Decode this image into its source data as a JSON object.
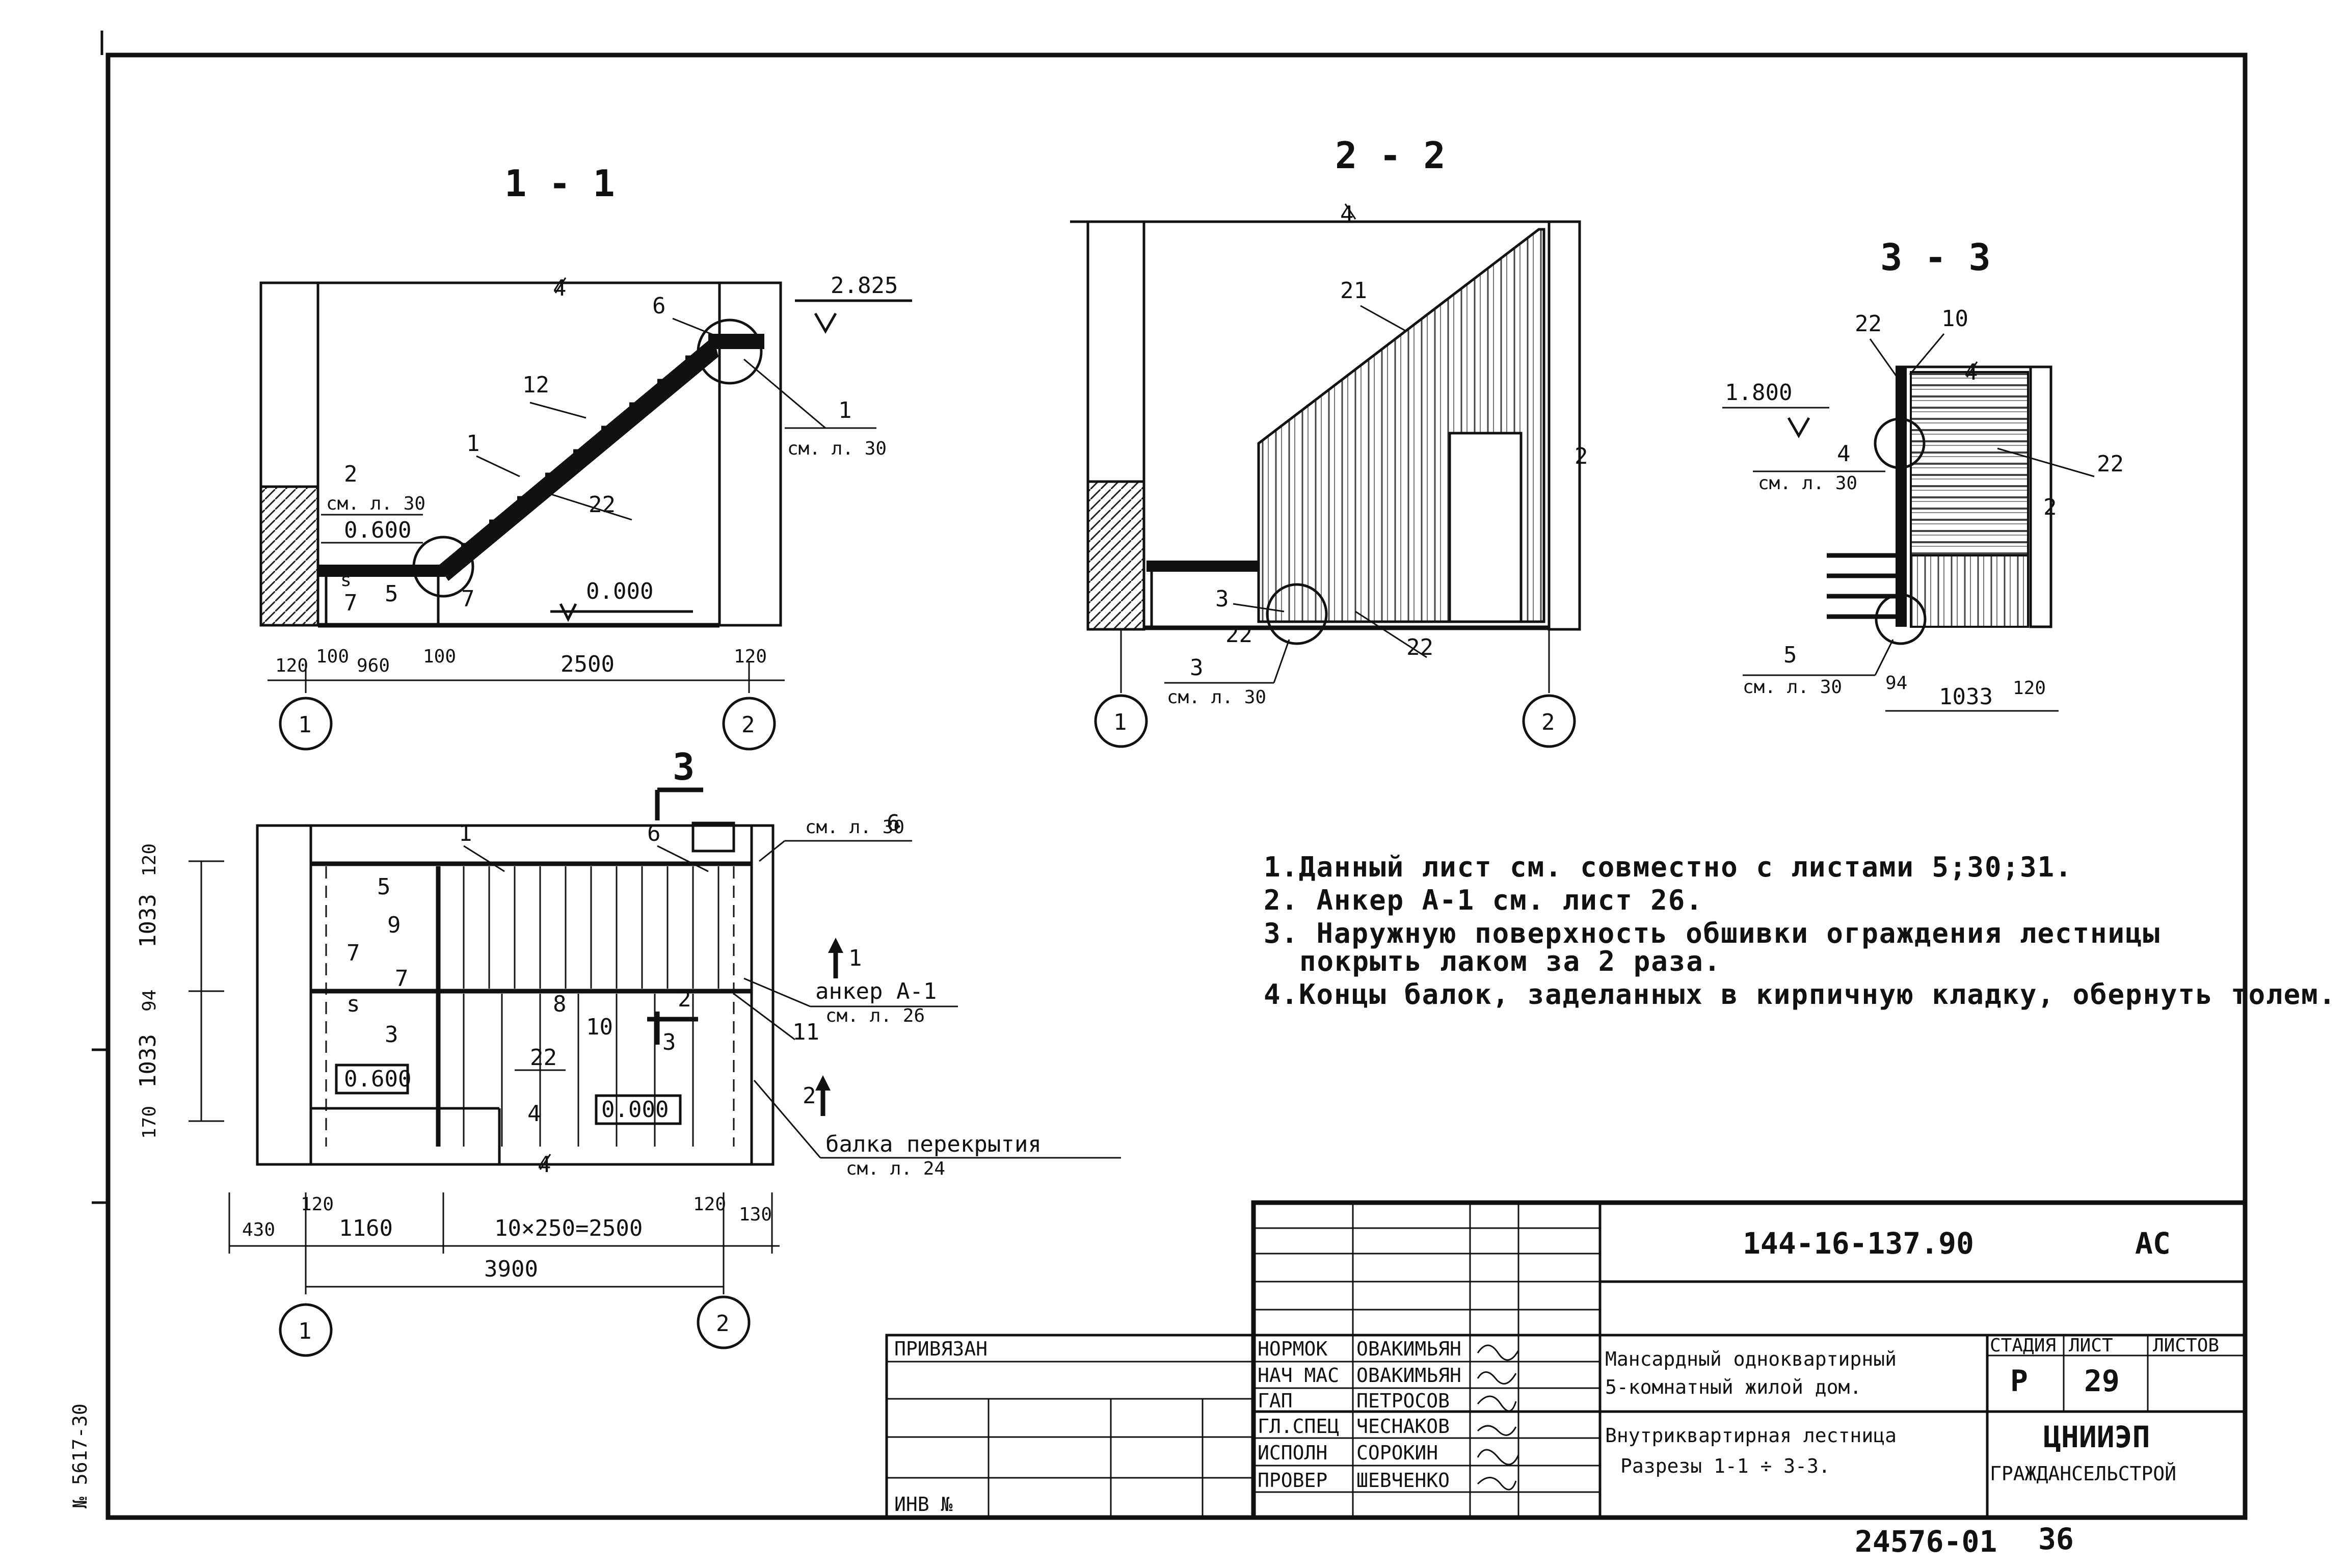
{
  "sections": {
    "s11": {
      "title": "1 - 1",
      "labels": [
        "4",
        "6",
        "2.825",
        "12",
        "1",
        "1",
        "см. л. 30",
        "2",
        "см. л. 30",
        "0.600",
        "22",
        "s",
        "7",
        "5",
        "7",
        "0.000"
      ],
      "dims": [
        "120",
        "100",
        "960",
        "100",
        "2500",
        "120"
      ],
      "axes": [
        "1",
        "2"
      ]
    },
    "s22": {
      "title": "2 - 2",
      "labels": [
        "4",
        "21",
        "2",
        "3",
        "22",
        "3",
        "см. л. 30",
        "22"
      ],
      "axes": [
        "1",
        "2"
      ]
    },
    "s33": {
      "title": "3 - 3",
      "labels": [
        "22",
        "10",
        "4",
        "1.800",
        "4",
        "см. л. 30",
        "22",
        "2",
        "5",
        "см. л. 30"
      ],
      "dims": [
        "94",
        "1033",
        "120"
      ]
    },
    "plan": {
      "labels": [
        "3",
        "6",
        "см. л. 30",
        "1",
        "6",
        "5",
        "9",
        "7",
        "7",
        "s",
        "8",
        "2",
        "10",
        "3",
        "22",
        "11",
        "0.600",
        "4",
        "0.000",
        "4",
        "анкер А-1",
        "см. л. 26",
        "балка перекрытия",
        "см. л. 24",
        "1",
        "2",
        "3"
      ],
      "dims_vertical": [
        "120",
        "1033",
        "94",
        "1033",
        "170"
      ],
      "dims_horizontal": [
        "430",
        "120",
        "1160",
        "10×250=2500",
        "120",
        "130"
      ],
      "overall": "3900",
      "axes": [
        "1",
        "2"
      ]
    }
  },
  "notes": [
    "1.Данный лист см. совместно с листами 5;30;31.",
    "2. Анкер А-1 см. лист 26.",
    "3. Наружную поверхность обшивки ограждения лестницы",
    "покрыть лаком за 2 раза.",
    "4.Концы балок, заделанных в кирпичную кладку, обернуть толем."
  ],
  "title_block": {
    "doc_code": "144-16-137.90",
    "mark": "АС",
    "privyazan": "ПРИВЯЗАН",
    "inv": "ИНВ №",
    "roles": [
      "НОРМОК",
      "НАЧ МАС",
      "ГАП",
      "ГЛ.СПЕЦ",
      "ИСПОЛН",
      "ПРОВЕР"
    ],
    "names": [
      "ОВАКИМЬЯН",
      "ОВАКИМЬЯН",
      "ПЕТРОСОВ",
      "ЧЕСНАКОВ",
      "СОРОКИН",
      "ШЕВЧЕНКО"
    ],
    "project_line1": "Мансардный одноквартирный",
    "project_line2": "5-комнатный жилой дом.",
    "sheet_line1": "Внутриквартирная лестница",
    "sheet_line2": "Разрезы 1-1 ÷ 3-3.",
    "stage_h": "СТАДИЯ",
    "sheet_h": "ЛИСТ",
    "sheets_h": "ЛИСТОВ",
    "stage": "Р",
    "sheet": "29",
    "org1": "ЦНИИЭП",
    "org2": "ГРАЖДАНСЕЛЬСТРОЙ"
  },
  "footer": {
    "archive": "24576-01",
    "page": "36",
    "left_margin": "№ 5617-30"
  }
}
